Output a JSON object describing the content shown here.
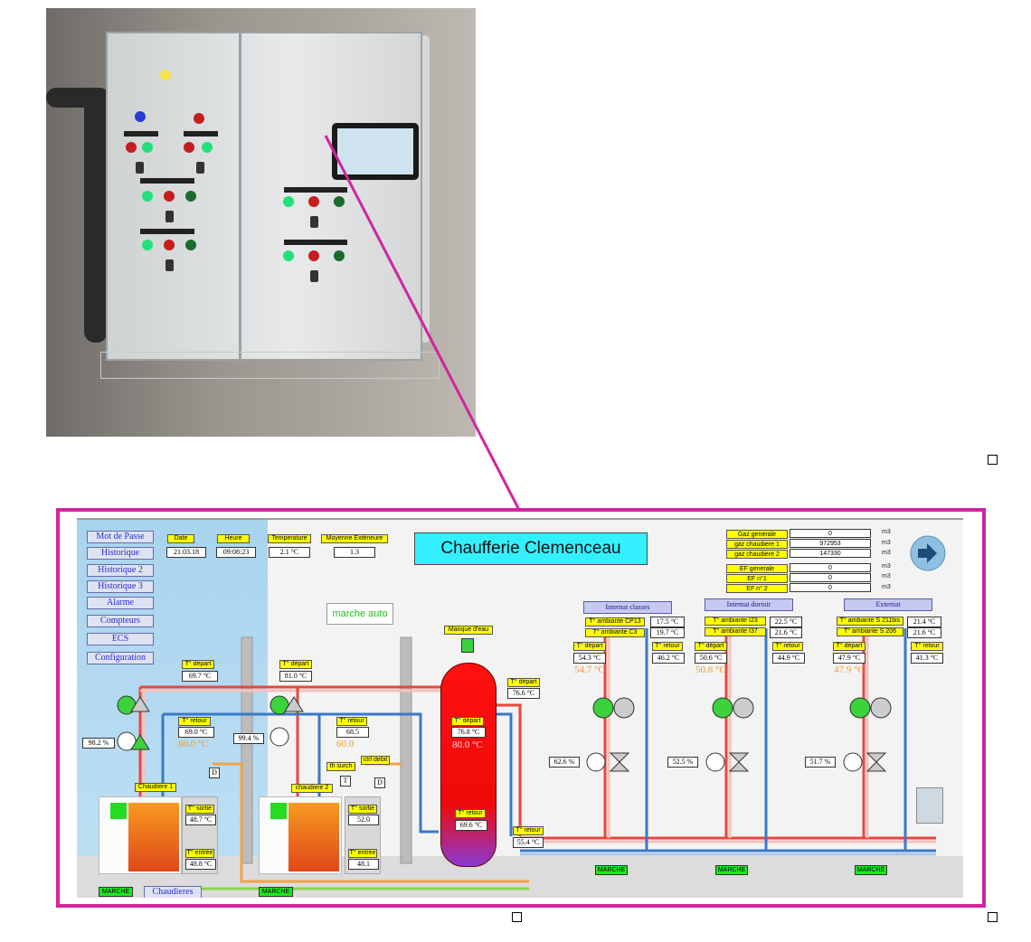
{
  "nav": [
    "Mot de Passe",
    "Historique",
    "Historique 2",
    "Historique 3",
    "Alarme",
    "Compteurs",
    "ECS",
    "Configuration"
  ],
  "header": {
    "date_label": "Date",
    "date_value": "21.03.18",
    "heure_label": "Heure",
    "heure_value": "09:08:23",
    "temp_label": "Temperature",
    "temp_value": "2.1 °C",
    "moy_label": "Moyenne Extérieure",
    "moy_value": "1.3"
  },
  "title": "Chaufferie Clemenceau",
  "auto": "marche auto",
  "counters": [
    {
      "label": "Gaz generale",
      "value": "0",
      "unit": "m3"
    },
    {
      "label": "gaz chaudiere 1",
      "value": "972953",
      "unit": "m3"
    },
    {
      "label": "gaz chaudiere 2",
      "value": "147330",
      "unit": "m3"
    },
    {
      "label": "EF generale",
      "value": "0",
      "unit": "m3"
    },
    {
      "label": "EF n°1",
      "value": "0",
      "unit": "m3"
    },
    {
      "label": "EF n° 2",
      "value": "0",
      "unit": "m3"
    }
  ],
  "boiler1": {
    "depart_label": "T° départ",
    "depart": "69.7 °C",
    "retour_label": "T° retour",
    "retour": "69.0 °C",
    "consigne": "60.0 °C",
    "pct_valve": "98.2 %",
    "pct_mix": "99.4 %",
    "name": "Chaudiere 1",
    "sortie_label": "T° sortie",
    "sortie": "48.7 °C",
    "entree_label": "T° entrée",
    "entree": "48.8 °C"
  },
  "boiler2": {
    "depart_label": "T° départ",
    "depart": "81.0 °C",
    "retour_label": "T° retour",
    "retour": "68.5",
    "consigne": "60.0",
    "name": "chaudiere 2",
    "sortie_label": "T° sortie",
    "sortie": "52.0",
    "entree_label": "T° entrée",
    "entree": "48.1",
    "th_surch": "th surch",
    "ctrl_debit": "ctrl debit"
  },
  "tank": {
    "manque": "Manque d'eau",
    "depart_label": "T° départ",
    "depart": "76.8 °C",
    "setpoint": "80.0 °C",
    "retour_label": "T° retour",
    "retour": "69.6 °C",
    "collector_depart_label": "T° départ",
    "collector_depart": "76.6 °C",
    "collector_retour_label": "T° retour",
    "collector_retour": "55.4 °C"
  },
  "zones": [
    {
      "name": "Internat classes",
      "amb1_label": "T° ambiante CP13",
      "amb1": "17.5 °C",
      "amb2_label": "T° ambiante C3",
      "amb2": "19.7 °C",
      "depart_label": "T° départ",
      "depart": "54.3 °C",
      "consigne": "54.7 °C",
      "retour_label": "T° retour",
      "retour": "46.2 °C",
      "pct": "62.6 %",
      "marche": "MARCHE"
    },
    {
      "name": "Internat dortoir",
      "amb1_label": "T° ambiante I23",
      "amb1": "22.5 °C",
      "amb2_label": "T° ambiante I37",
      "amb2": "21.6 °C",
      "depart_label": "T° départ",
      "depart": "50.6 °C",
      "consigne": "50.8 °C",
      "retour_label": "T° retour",
      "retour": "44.9 °C",
      "pct": "52.5 %",
      "marche": "MARCHE"
    },
    {
      "name": "Externat",
      "amb1_label": "T° ambiante S 211bis",
      "amb1": "21.4 °C",
      "amb2_label": "T° ambiante S 206",
      "amb2": "21.6 °C",
      "depart_label": "T° départ",
      "depart": "47.9 °C",
      "consigne": "47.9 °C",
      "retour_label": "T° retour",
      "retour": "41.3 °C",
      "pct": "51.7 %",
      "marche": "MARCHE"
    }
  ],
  "footer": {
    "marche1": "MARCHE",
    "chaudieres": "Chaudieres",
    "marche2": "MARCHE"
  },
  "symbols": {
    "D": "D",
    "T": "T"
  },
  "colors": {
    "frame": "#d1259d",
    "hot_pipe": "#e8473c",
    "cold_pipe": "#3a78c8",
    "pump": "#3cd23c",
    "title_bg": "#33f0ff"
  },
  "icons": [
    "next-arrow-icon",
    "pump-icon",
    "valve-icon",
    "burner-icon",
    "gauge-icon"
  ]
}
